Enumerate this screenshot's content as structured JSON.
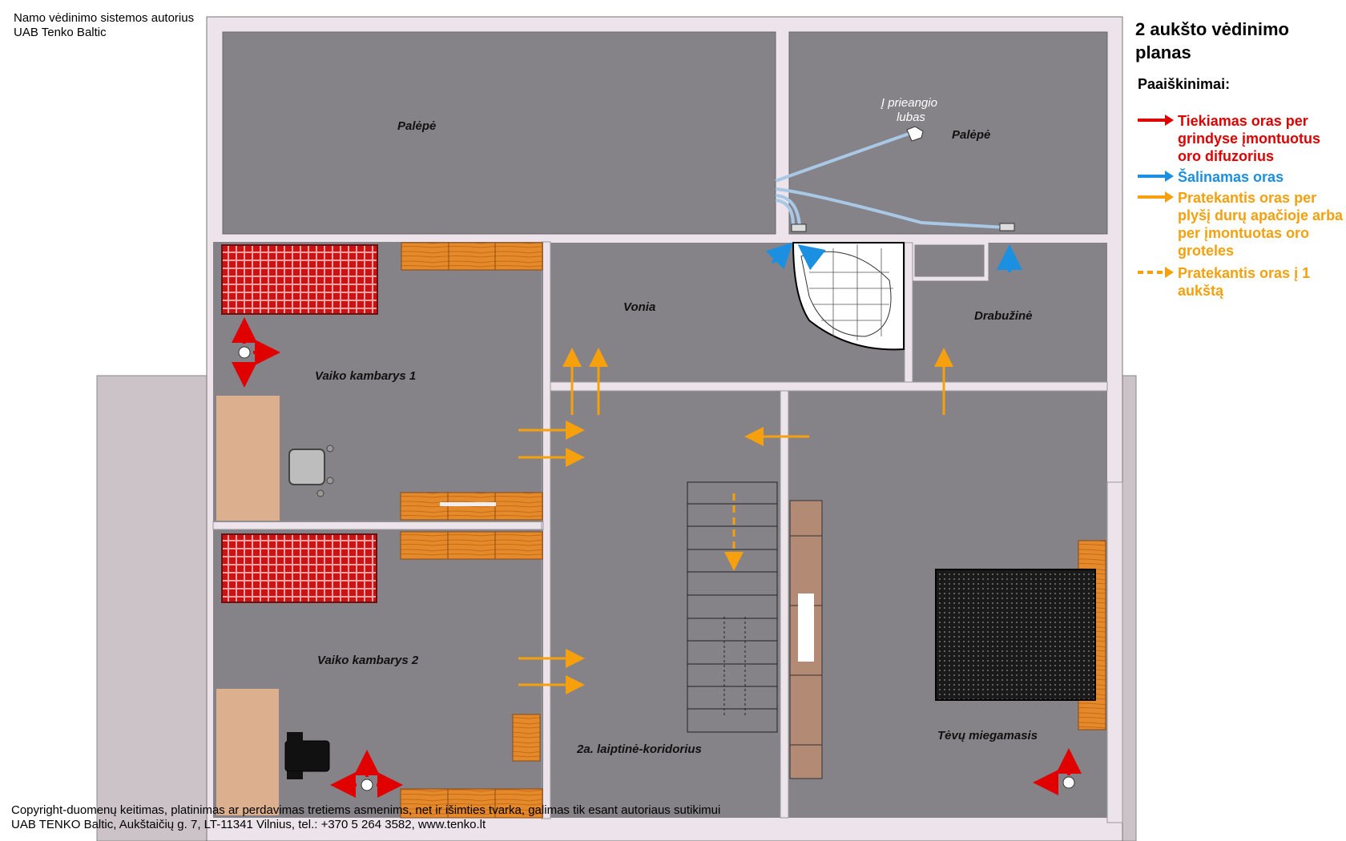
{
  "author_note": [
    "Namo vėdinimo sistemos autorius",
    "UAB Tenko Baltic"
  ],
  "title": "2 aukšto vėdinimo planas",
  "legend": {
    "heading": "Paaiškinimai:",
    "items": [
      {
        "text": "Tiekiamas oras per grindyse įmontuotus oro difuzorius",
        "color": "#e00000",
        "style": "solid"
      },
      {
        "text": "Šalinamas oras",
        "color": "#1b8fe0",
        "style": "solid"
      },
      {
        "text": "Pratekantis oras per plyšį durų apačioje arba per įmontuotas oro groteles",
        "color": "#f5a00c",
        "style": "solid"
      },
      {
        "text": "Pratekantis oras į 1 aukštą",
        "color": "#f5a00c",
        "style": "dashed"
      }
    ]
  },
  "rooms": {
    "attic_left": "Palėpė",
    "attic_right": "Palėpė",
    "attic_note": "Į prieangio lubas",
    "bathroom": "Vonia",
    "wardrobe": "Drabužinė",
    "kids_room_1": "Vaiko kambarys 1",
    "kids_room_2": "Vaiko kambarys 2",
    "corridor": "2a. laiptinė-koridorius",
    "parents_bedroom": "Tėvų miegamasis"
  },
  "copyright": [
    "Copyright-duomenų keitimas, platinimas ar perdavimas tretiems asmenims, net ir išimties tvarka, galimas tik esant autoriaus sutikimui",
    "UAB TENKO Baltic, Aukštaičių g. 7, LT-11341 Vilnius, tel.: +370 5 264 3582, www.tenko.lt"
  ],
  "colors": {
    "supply": "#e00000",
    "exhaust": "#1b8fe0",
    "transfer": "#f5a00c",
    "floor": "#858288",
    "wall": "#ece4ea",
    "ground": "#cbc3c7"
  }
}
